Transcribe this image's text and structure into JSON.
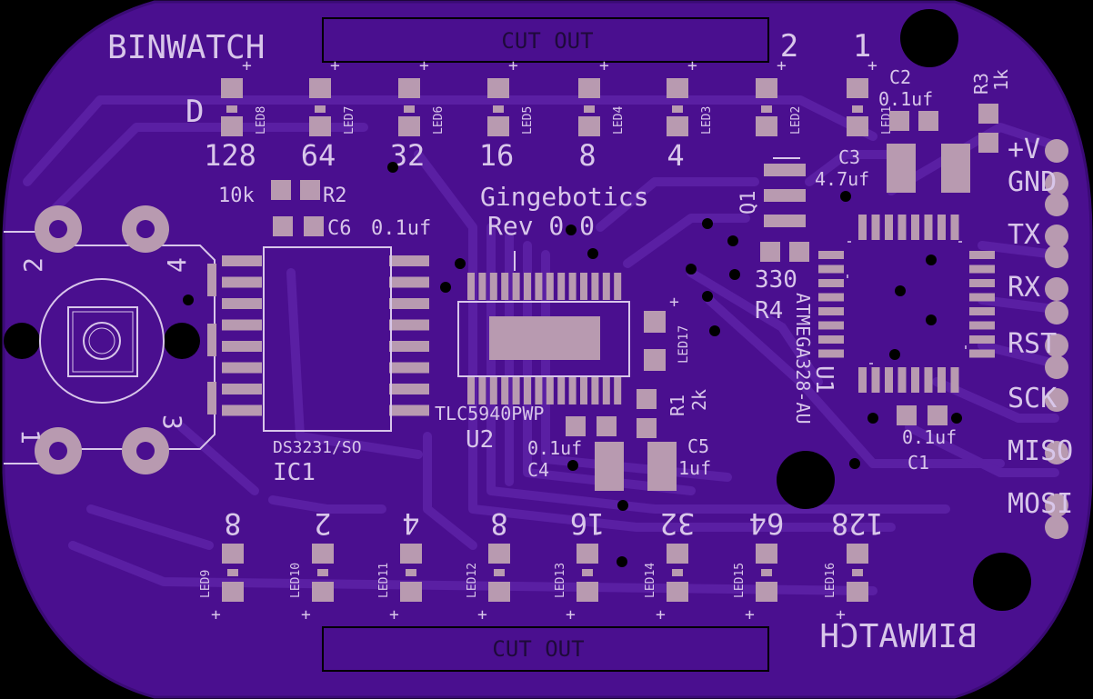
{
  "colors": {
    "board": "#4a0f8f",
    "board_edge": "#3a0b75",
    "trace": "#5a1fa3",
    "pad": "#b89ab0",
    "silk": "#d8c6ea",
    "hole": "#000000",
    "background": "#000000"
  },
  "titles": {
    "top": "BINWATCH",
    "bottom": "BINWATCH",
    "maker": "Gingebotics",
    "revision": "Rev 0.0",
    "cutout_top": "CUT OUT",
    "cutout_bottom": "CUT OUT"
  },
  "digit_labels": {
    "d": "D",
    "top_col2": "2",
    "top_col1": "1"
  },
  "top_leds": [
    {
      "ref": "LED8",
      "weight": "128"
    },
    {
      "ref": "LED7",
      "weight": "64"
    },
    {
      "ref": "LED6",
      "weight": "32"
    },
    {
      "ref": "LED5",
      "weight": "16"
    },
    {
      "ref": "LED4",
      "weight": "8"
    },
    {
      "ref": "LED3",
      "weight": "4"
    },
    {
      "ref": "LED2",
      "weight": ""
    },
    {
      "ref": "LED1",
      "weight": ""
    }
  ],
  "bottom_leds": [
    {
      "ref": "LED9",
      "weight": "8"
    },
    {
      "ref": "LED10",
      "weight": "2"
    },
    {
      "ref": "LED11",
      "weight": "4"
    },
    {
      "ref": "LED12",
      "weight": "8"
    },
    {
      "ref": "LED13",
      "weight": "16"
    },
    {
      "ref": "LED14",
      "weight": "32"
    },
    {
      "ref": "LED15",
      "weight": "64"
    },
    {
      "ref": "LED16",
      "weight": "128"
    }
  ],
  "plus": "+",
  "components": {
    "r2": {
      "ref": "R2",
      "value": "10k"
    },
    "c6": {
      "ref": "C6",
      "value": "0.1uf"
    },
    "c2": {
      "ref": "C2",
      "value": "0.1uf"
    },
    "r3": {
      "ref": "R3",
      "value": "1k"
    },
    "c3": {
      "ref": "C3",
      "value": "4.7uf"
    },
    "q1": {
      "ref": "Q1"
    },
    "r4": {
      "ref": "R4",
      "value": "330"
    },
    "led17": {
      "ref": "LED17"
    },
    "r1": {
      "ref": "R1",
      "value": "2k"
    },
    "c5": {
      "ref": "C5",
      "value": "1uf"
    },
    "c4": {
      "ref": "C4",
      "value": "0.1uf"
    },
    "c1": {
      "ref": "C1",
      "value": "0.1uf"
    },
    "ic1": {
      "ref": "IC1",
      "value": "DS3231/SO"
    },
    "u2": {
      "ref": "U2",
      "value": "TLC5940PWP"
    },
    "u1": {
      "ref": "U1",
      "value": "ATMEGA328-AU"
    }
  },
  "encoder_pins": [
    "2",
    "4",
    "1",
    "3"
  ],
  "header_pins": [
    "+V",
    "GND",
    "TX",
    "RX",
    "RST",
    "SCK",
    "MISO",
    "MOSI"
  ]
}
